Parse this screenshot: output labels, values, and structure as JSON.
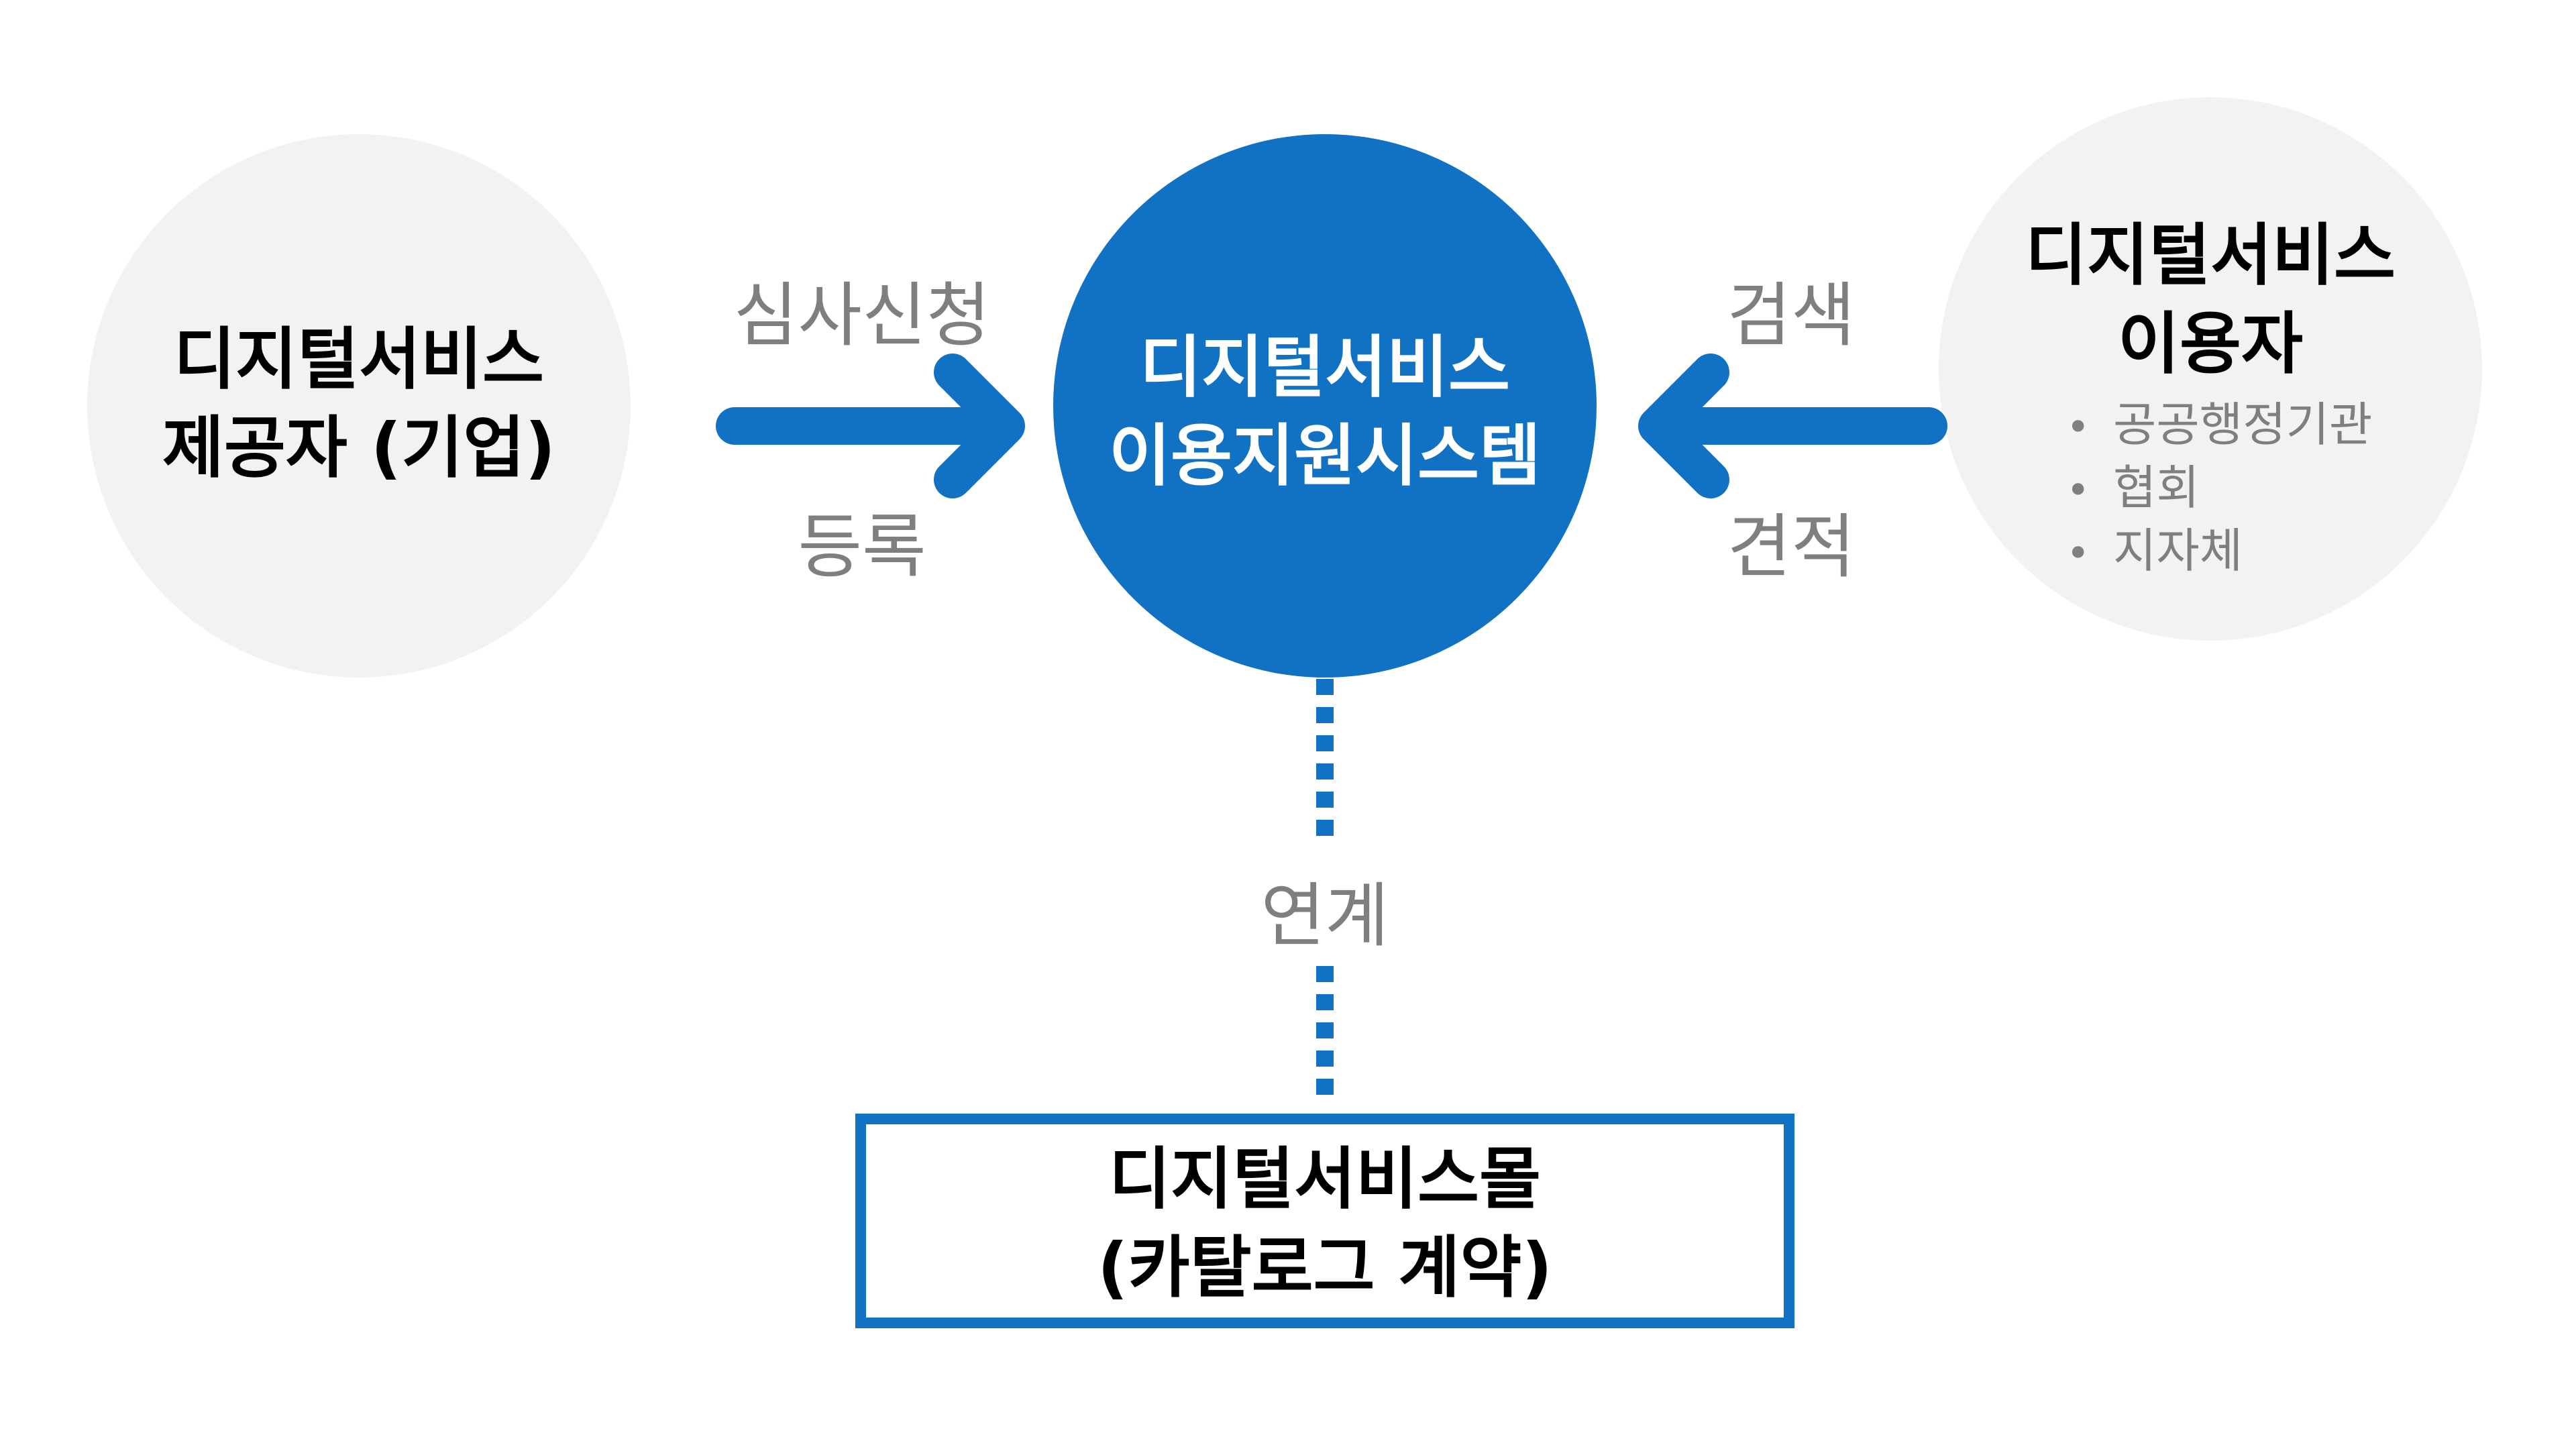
{
  "provider": {
    "line1": "디지털서비스",
    "line2": "제공자 (기업)"
  },
  "center": {
    "line1": "디지털서비스",
    "line2": "이용지원시스템"
  },
  "user": {
    "line1": "디지털서비스",
    "line2": "이용자",
    "items": [
      "공공행정기관",
      "협회",
      "지자체"
    ]
  },
  "left_arrow": {
    "top_label": "심사신청",
    "bottom_label": "등록"
  },
  "right_arrow": {
    "top_label": "검색",
    "bottom_label": "견적"
  },
  "link_label": "연계",
  "mall": {
    "line1": "디지털서비스몰",
    "line2": "(카탈로그 계약)"
  },
  "colors": {
    "accent_blue": "#1171c2",
    "circle_gray": "#f2f2f2",
    "label_gray": "#7f7f7f"
  },
  "icons": {
    "bullet": "•"
  }
}
